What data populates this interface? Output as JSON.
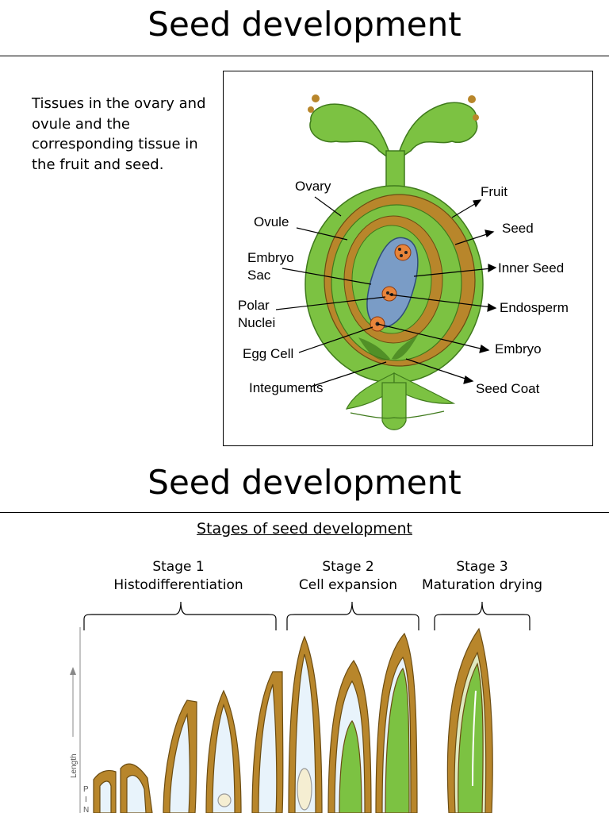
{
  "slide1": {
    "title": "Seed development",
    "intro": "Tissues in the ovary and ovule and the corresponding tissue in the fruit and seed.",
    "diagram_labels": {
      "ovary": "Ovary",
      "ovule": "Ovule",
      "embryo_sac_1": "Embryo",
      "embryo_sac_2": "Sac",
      "polar_nuclei_1": "Polar",
      "polar_nuclei_2": "Nuclei",
      "egg_cell": "Egg Cell",
      "integuments": "Integuments",
      "fruit": "Fruit",
      "seed": "Seed",
      "inner_seed": "Inner Seed",
      "endosperm": "Endosperm",
      "embryo": "Embryo",
      "seed_coat": "Seed Coat"
    }
  },
  "slide2": {
    "title": "Seed development",
    "subtitle": "Stages of seed development",
    "stages": [
      {
        "name": "Stage 1",
        "desc": "Histodifferentiation"
      },
      {
        "name": "Stage 2",
        "desc": "Cell expansion"
      },
      {
        "name": "Stage 3",
        "desc": "Maturation drying"
      }
    ],
    "axis_label": "Length",
    "axis_marks": [
      "P",
      "I",
      "N"
    ]
  },
  "colors": {
    "fruit_green": "#7cc242",
    "seed_brown": "#b8862b",
    "embryo_sac_blue": "#7a9cc6",
    "nucleus_orange": "#e8843a",
    "light_green": "#c8e39a"
  }
}
